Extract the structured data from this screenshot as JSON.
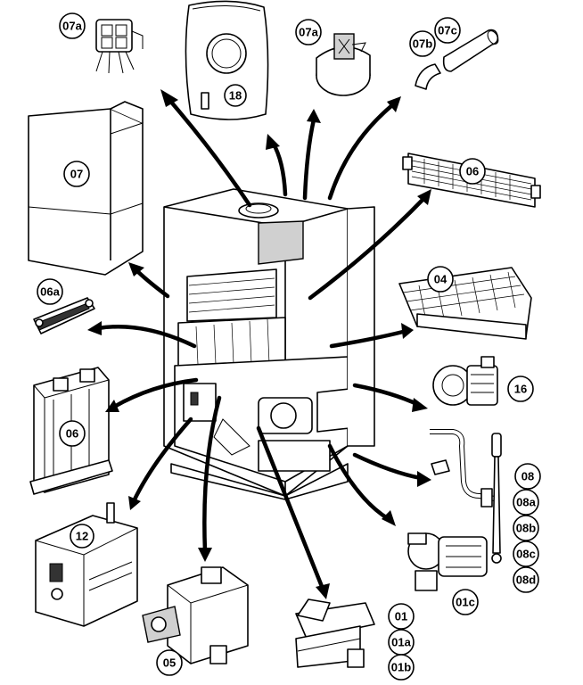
{
  "labels": {
    "l07a_top": "07a",
    "l18": "18",
    "l07a_mid": "07a",
    "l07b": "07b",
    "l07c": "07c",
    "l07": "07",
    "l06_right": "06",
    "l06a": "06a",
    "l04": "04",
    "l16": "16",
    "l06_left": "06",
    "l08": "08",
    "l08a": "08a",
    "l08b": "08b",
    "l08c": "08c",
    "l08d": "08d",
    "l12": "12",
    "l01c": "01c",
    "l01": "01",
    "l01a": "01a",
    "l01b": "01b",
    "l05": "05"
  }
}
